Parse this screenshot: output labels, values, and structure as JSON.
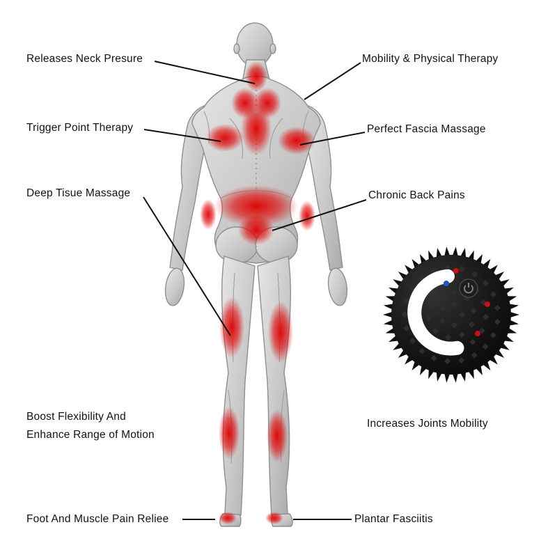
{
  "labels": {
    "releases_neck": "Releases Neck Presure",
    "mobility_therapy": "Mobility & Physical Therapy",
    "trigger_point": "Trigger Point Therapy",
    "fascia_massage": "Perfect Fascia Massage",
    "deep_tissue": "Deep Tisue Massage",
    "chronic_back": "Chronic Back Pains",
    "flexibility_line1": "Boost Flexibility And",
    "flexibility_line2": "Enhance Range of Motion",
    "joints_mobility": "Increases Joints Mobility",
    "foot_relief": "Foot And Muscle Pain Reliee",
    "plantar": "Plantar Fasciitis"
  },
  "graphics": {
    "figure": "human-body-back-view-muscle-anatomy",
    "product": "spiky-massage-ball"
  },
  "colors": {
    "background": "#ffffff",
    "pain_highlight": "#e00000",
    "callout_line": "#111111",
    "label_text": "#111111",
    "ball_body": "#101010",
    "ball_band": "#ffffff",
    "ball_dot_red": "#cc1111",
    "ball_dot_blue": "#2255cc"
  }
}
